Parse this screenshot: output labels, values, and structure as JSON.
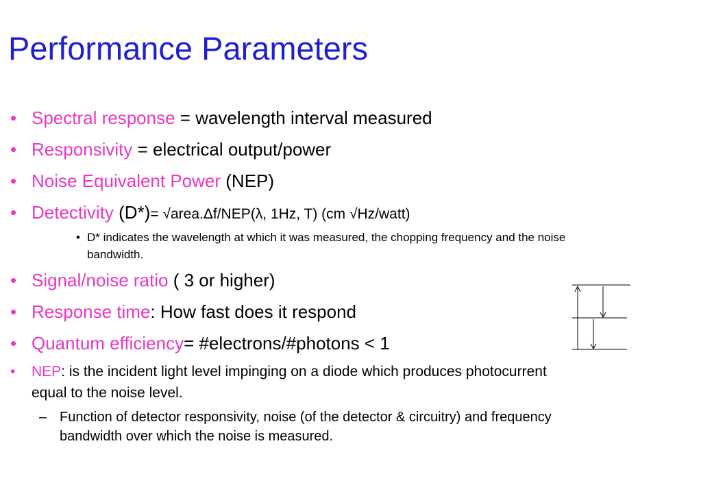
{
  "title": "Performance Parameters",
  "bullet_char": "•",
  "dash_char": "–",
  "items": [
    {
      "term": "Spectral response",
      "text": " = wavelength interval measured"
    },
    {
      "term": "Responsivity",
      "text": " = electrical output/power"
    },
    {
      "term": "Noise Equivalent Power",
      "text": " (NEP)"
    },
    {
      "term": "Detectivity",
      "text": " (D*)",
      "formula": "= √area.Δf/NEP(λ, 1Hz, T) (cm √Hz/watt)"
    },
    {
      "term": "Signal/noise ratio",
      "text": " ( 3 or higher)"
    },
    {
      "term": "Response time",
      "text": ": How fast does it respond"
    },
    {
      "term": "Quantum efficiency",
      "text": "= #electrons/#photons  < 1"
    }
  ],
  "detectivity_sub": {
    "line1": "D* indicates the wavelength at which it was measured, the chopping frequency and the noise",
    "line2": "bandwidth."
  },
  "nep_item": {
    "term": "NEP",
    "line1": ": is the incident light level impinging on a diode which produces photocurrent",
    "line2": "equal to the noise level."
  },
  "nep_sub": {
    "line1": "Function of detector responsivity, noise (of the detector & circuitry) and frequency",
    "line2": "bandwidth over which the noise is measured."
  },
  "colors": {
    "title": "#1f1fd1",
    "term": "#e936c5",
    "text": "#000000"
  },
  "diagram_icon": "energy-level-diagram-icon"
}
